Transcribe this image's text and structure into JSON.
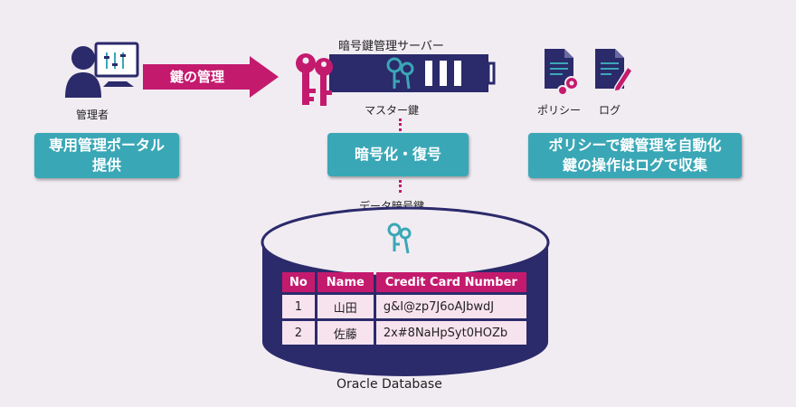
{
  "admin": {
    "label": "管理者",
    "portal": "専用管理ポータル\n提供"
  },
  "arrow": {
    "label": "鍵の管理"
  },
  "server": {
    "title": "暗号鍵管理サーバー",
    "master_key": "マスター鍵",
    "op": "暗号化・復号",
    "data_key": "データ暗号鍵"
  },
  "right": {
    "policy": "ポリシー",
    "log": "ログ",
    "desc_line1": "ポリシーで鍵管理を自動化",
    "desc_line2": "鍵の操作はログで収集"
  },
  "db": {
    "label": "Oracle Database",
    "headers": [
      "No",
      "Name",
      "Credit Card Number"
    ],
    "rows": [
      [
        "1",
        "山田",
        "g&I@zp7J6oAJbwdJ"
      ],
      [
        "2",
        "佐藤",
        "2x#8NaHpSyt0HOZb"
      ]
    ]
  },
  "colors": {
    "navy": "#2b2a6b",
    "magenta": "#c41a6e",
    "teal": "#3aa7b6"
  },
  "icons": [
    "admin-user-icon",
    "monitor-icon",
    "key-icon",
    "policy-document-gear-icon",
    "log-document-pen-icon",
    "database-icon"
  ]
}
